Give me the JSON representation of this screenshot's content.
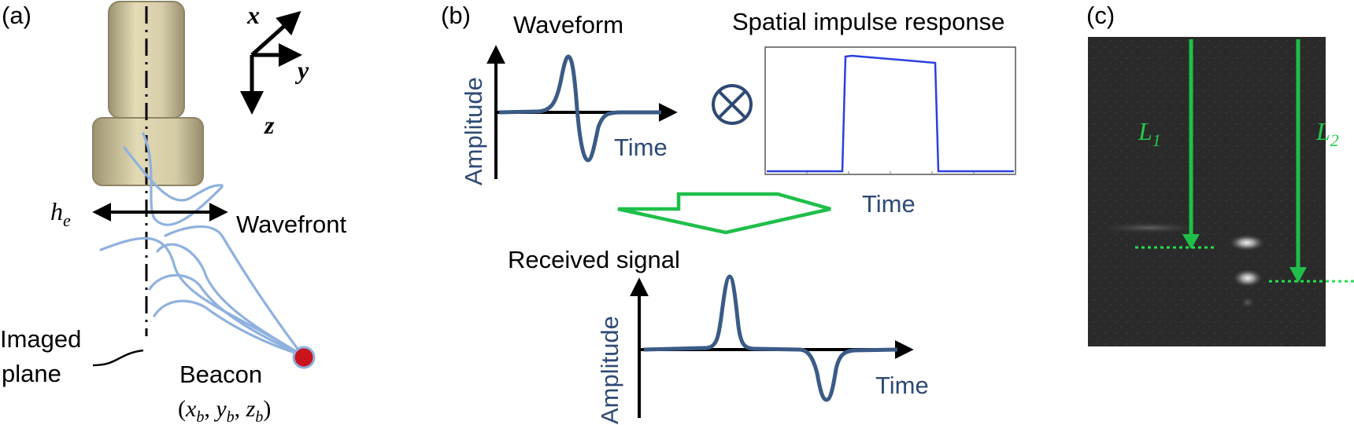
{
  "panels": {
    "a": {
      "label": "(a)",
      "axes": {
        "x": "x",
        "y": "y",
        "z": "z"
      },
      "he_main": "h",
      "he_sub": "e",
      "wavefront": "Wavefront",
      "imaged_plane_line1": "Imaged",
      "imaged_plane_line2": "plane",
      "beacon": "Beacon",
      "beacon_coords": {
        "open": "(",
        "x": "x",
        "x_sub": "b",
        "comma1": ", ",
        "y": "y",
        "y_sub": "b",
        "comma2": ", ",
        "z": "z",
        "z_sub": "b",
        "close": ")"
      }
    },
    "b": {
      "label": "(b)",
      "waveform_title": "Waveform",
      "sir_title": "Spatial impulse response",
      "amplitude": "Amplitude",
      "time": "Time",
      "convolve_symbol": "⊗",
      "received_title": "Received signal"
    },
    "c": {
      "label": "(c)",
      "l1_main": "L",
      "l1_sub": "1",
      "l2_main": "L",
      "l2_sub": "2"
    }
  },
  "colors": {
    "transducer": "#d8cfa6",
    "wavefront": "#8fb1de",
    "signal": "#3a5b86",
    "sir_line": "#2a3fe0",
    "green": "#1fbf4a",
    "beacon": "#c8141c",
    "ultrasound_bg": "#2b2b2b"
  }
}
